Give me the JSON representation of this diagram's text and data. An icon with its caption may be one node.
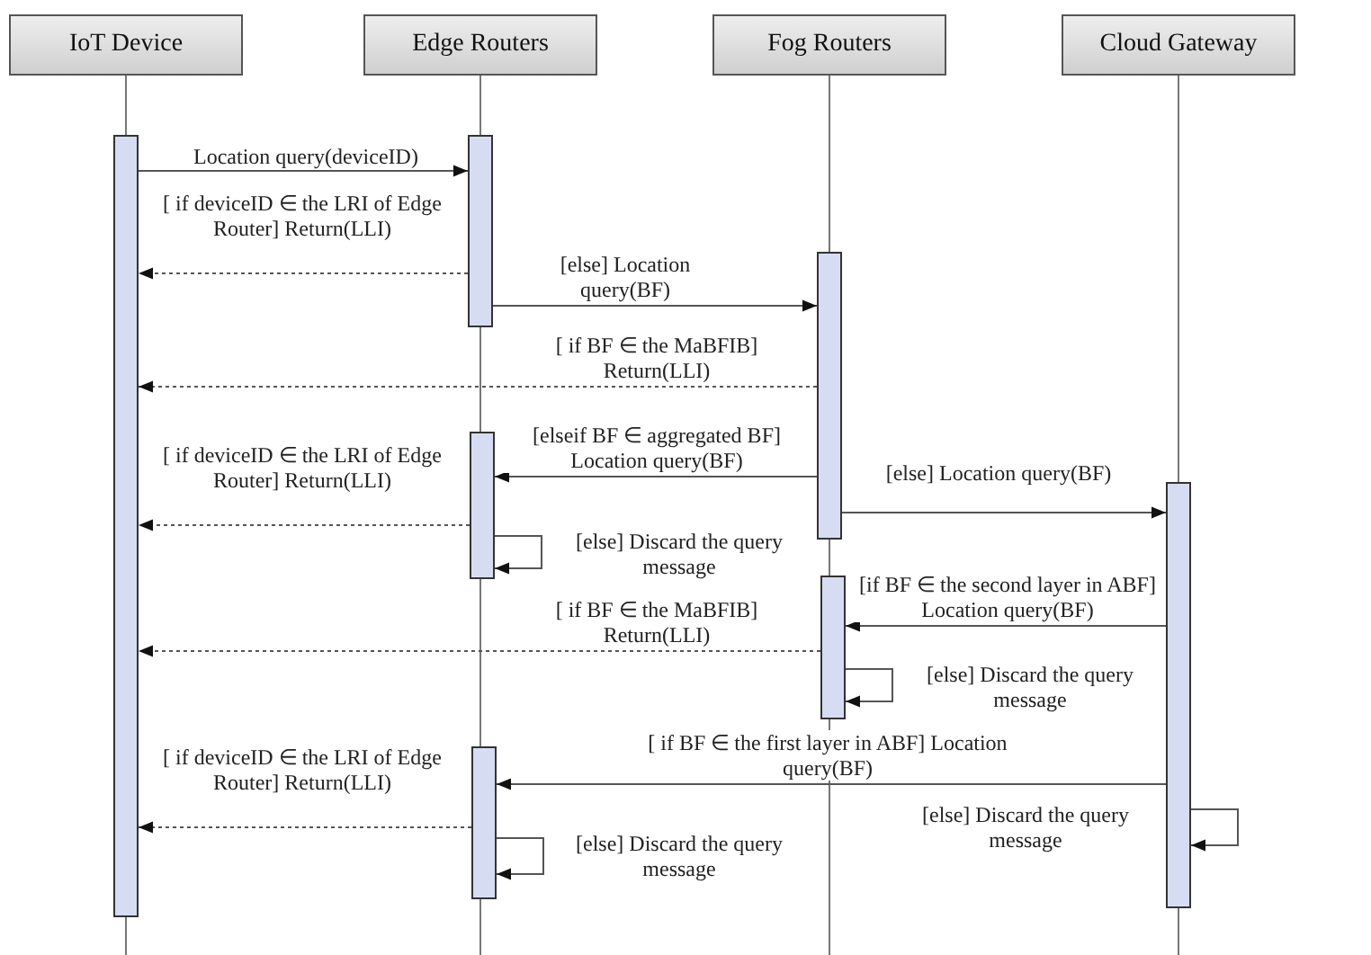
{
  "diagram": {
    "nodes": [
      {
        "text": [
          "IoT Device"
        ]
      },
      {
        "text": [
          "Edge Routers"
        ]
      },
      {
        "text": [
          "Fog Routers"
        ]
      },
      {
        "text": [
          "Cloud Gateway"
        ]
      },
      {
        "text": [],
        "shape": "bar"
      },
      {
        "text": [],
        "shape": "bar"
      },
      {
        "text": [],
        "shape": "bar"
      },
      {
        "text": [],
        "shape": "bar"
      },
      {
        "text": [],
        "shape": "bar"
      },
      {
        "text": [],
        "shape": "bar"
      },
      {
        "text": [],
        "shape": "bar"
      }
    ],
    "edges": [
      {
        "from": 4,
        "to": 5,
        "arrow": "to",
        "label": "Location query(deviceID)"
      },
      {
        "from": 5,
        "to": 4,
        "arrow": "to",
        "style": "dashed",
        "label": "[ if deviceID ∈ the LRI of Edge Router] Return(LLI)"
      },
      {
        "from": 5,
        "to": 6,
        "arrow": "to",
        "label": "[else] Location query(BF)"
      },
      {
        "from": 6,
        "to": 4,
        "arrow": "to",
        "style": "dashed",
        "label": "[ if BF ∈ the MaBFIB] Return(LLI)"
      },
      {
        "from": 6,
        "to": 7,
        "arrow": "to",
        "label": "[elseif BF ∈ aggregated BF] Location query(BF)"
      },
      {
        "from": 7,
        "to": 4,
        "arrow": "to",
        "style": "dashed",
        "label": "[ if deviceID ∈ the LRI of Edge Router] Return(LLI)"
      },
      {
        "from": 7,
        "to": 7,
        "arrow": "to",
        "label": "[else] Discard the query message"
      },
      {
        "from": 6,
        "to": 8,
        "arrow": "to",
        "label": "[else] Location query(BF)"
      },
      {
        "from": 8,
        "to": 9,
        "arrow": "to",
        "label": "[if BF ∈ the second layer in ABF] Location query(BF)"
      },
      {
        "from": 9,
        "to": 4,
        "arrow": "to",
        "style": "dashed",
        "label": "[ if BF ∈ the MaBFIB] Return(LLI)"
      },
      {
        "from": 9,
        "to": 9,
        "arrow": "to",
        "label": "[else] Discard the query message"
      },
      {
        "from": 8,
        "to": 10,
        "arrow": "to",
        "label": "[ if BF ∈ the first layer in ABF] Location query(BF)"
      },
      {
        "from": 10,
        "to": 4,
        "arrow": "to",
        "style": "dashed",
        "label": "[ if deviceID ∈ the LRI of Edge Router] Return(LLI)"
      },
      {
        "from": 10,
        "to": 10,
        "arrow": "to",
        "label": "[else] Discard the query message"
      },
      {
        "from": 8,
        "to": 8,
        "arrow": "to",
        "label": "[else] Discard the query message"
      }
    ]
  }
}
